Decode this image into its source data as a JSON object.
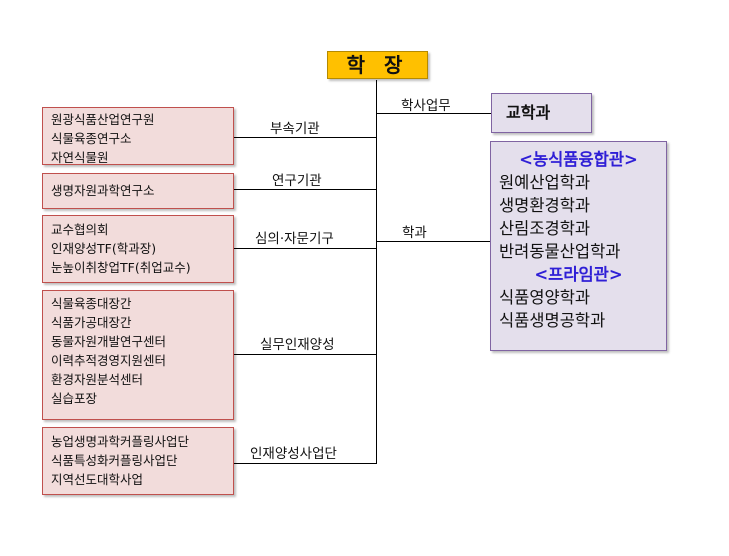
{
  "head": {
    "title": "학 장"
  },
  "right": {
    "academic_affairs_label": "학사업무",
    "department_label": "학과",
    "dept_box": "교학과",
    "hall1": {
      "title": "<농식품융합관>",
      "departments": [
        "원예산업학과",
        "생명환경학과",
        "산림조경학과",
        "반려동물산업학과"
      ]
    },
    "hall2": {
      "title": "<프라임관>",
      "departments": [
        "식품영양학과",
        "식품생명공학과"
      ]
    }
  },
  "groups": [
    {
      "label": "부속기관",
      "items": [
        "원광식품산업연구원",
        "식물육종연구소",
        "자연식물원"
      ]
    },
    {
      "label": "연구기관",
      "items": [
        "생명자원과학연구소"
      ]
    },
    {
      "label": "심의·자문기구",
      "items": [
        "교수협의회",
        "인재양성TF(학과장)",
        "눈높이취창업TF(취업교수)"
      ]
    },
    {
      "label": "실무인재양성",
      "items": [
        "식물육종대장간",
        "식품가공대장간",
        "동물자원개발연구센터",
        "이력추적경영지원센터",
        "환경자원분석센터",
        "실습포장"
      ]
    },
    {
      "label": "인재양성사업단",
      "items": [
        "농업생명과학커플링사업단",
        "식품특성화커플링사업단",
        "지역선도대학사업"
      ]
    }
  ]
}
